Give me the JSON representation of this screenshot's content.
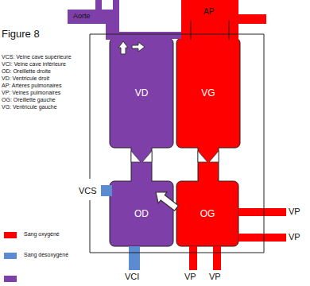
{
  "diagram": {
    "title": "Figure 8",
    "nodes": [
      {
        "text": [
          "VD"
        ]
      },
      {
        "text": [
          "VG"
        ]
      },
      {
        "text": [
          "OD"
        ]
      },
      {
        "text": [
          "OG"
        ]
      }
    ],
    "edges": [
      {
        "from": 2,
        "to": 0,
        "arrow": "none"
      },
      {
        "from": 3,
        "to": 1,
        "arrow": "none"
      },
      {
        "from": 3,
        "to": 2,
        "arrow": "to"
      }
    ],
    "labels": [
      "Aorte",
      "AP",
      "VCS: Veine cave supérieure",
      "VCI: Veine cave inférieure",
      "OD: Oreillette droite",
      "VD: Ventricule droit",
      "AP: Artères pulmonaires",
      "VP: Veines pulmonaires",
      "OG: Oreillette gauche",
      "VG: Ventricule gauche",
      "VCS",
      "VCI",
      "VP",
      "VP",
      "VP",
      "VP"
    ],
    "legend": [
      {
        "text": "Sang oxygéné",
        "color": "#FF0000"
      },
      {
        "text": "Sang désoxygéné",
        "color": "#5B8BD0"
      }
    ]
  }
}
